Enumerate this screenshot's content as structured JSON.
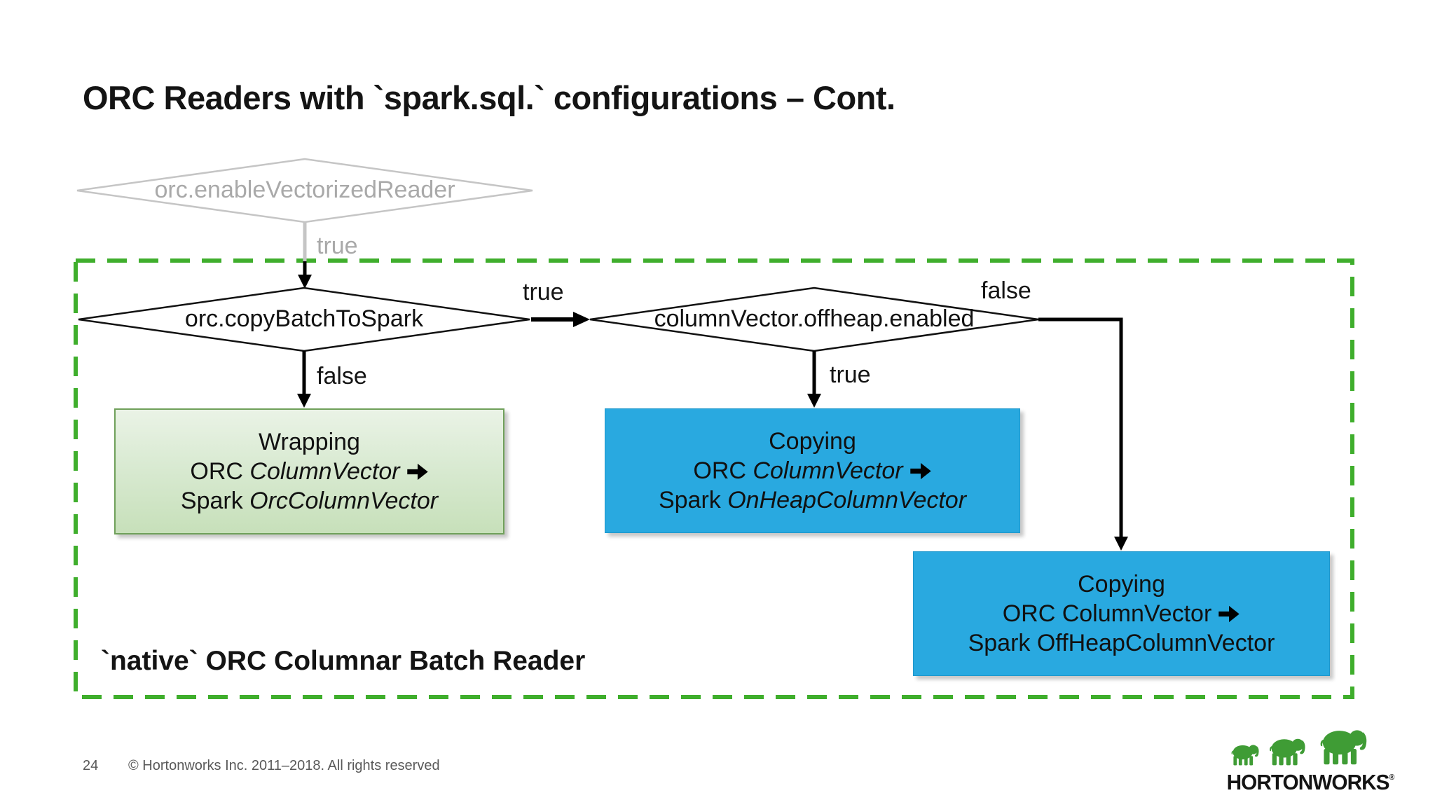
{
  "slide": {
    "title": "ORC Readers with `spark.sql.` configurations – Cont.",
    "page_number": "24",
    "copyright": "© Hortonworks Inc. 2011–2018. All rights reserved"
  },
  "logo": {
    "brand": "HORTONWORKS",
    "registered_mark": "®",
    "elephant_color": "#3f9c35"
  },
  "colors": {
    "region_border_green": "#3fae2c",
    "wrap_box_fill": "#cfe4c4",
    "wrap_box_border": "#6fa05a",
    "copy_box_blue": "#29a9e0",
    "inactive_gray": "#a9a9a9",
    "line_black": "#000000"
  },
  "flow": {
    "decision_root": {
      "label": "orc.enableVectorizedReader",
      "edge_true": "true"
    },
    "decision_copy": {
      "label": "orc.copyBatchToSpark",
      "edge_true": "true",
      "edge_false": "false"
    },
    "decision_offheap": {
      "label": "columnVector.offheap.enabled",
      "edge_true": "true",
      "edge_false": "false"
    },
    "box_wrapping": {
      "line1": "Wrapping",
      "line2_pre": "ORC ",
      "line2_emph": "ColumnVector",
      "line3_pre": "Spark ",
      "line3_emph": "OrcColumnVector"
    },
    "box_onheap": {
      "line1": "Copying",
      "line2_pre": "ORC ",
      "line2_emph": "ColumnVector",
      "line3_pre": "Spark ",
      "line3_emph": "OnHeapColumnVector"
    },
    "box_offheap": {
      "line1": "Copying",
      "line2_pre": "ORC ",
      "line2_emph": "ColumnVector",
      "line3_pre": "Spark ",
      "line3_emph": "OffHeapColumnVector"
    },
    "region_label": "`native` ORC Columnar Batch Reader"
  }
}
